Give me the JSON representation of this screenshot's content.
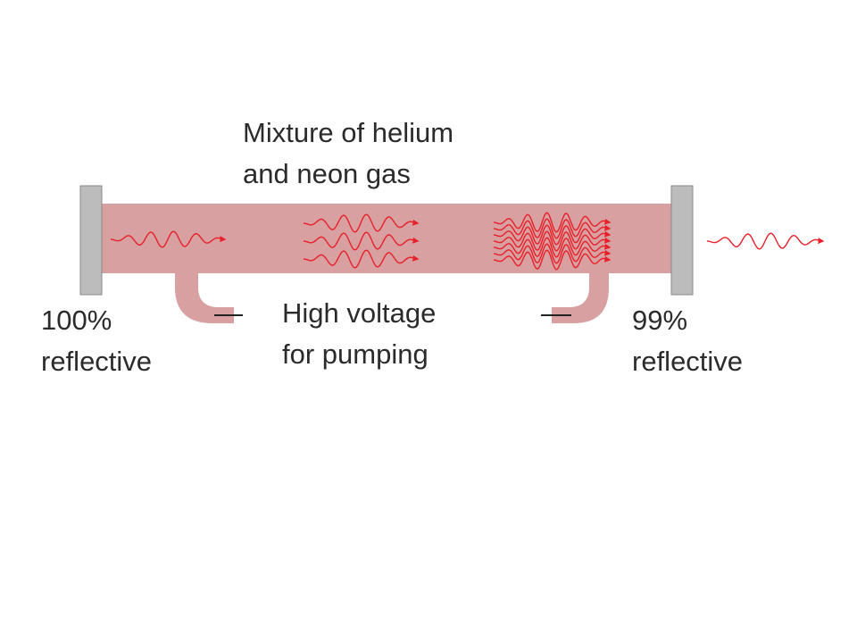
{
  "labels": {
    "gas_line1": "Mixture of helium",
    "gas_line2": "and neon gas",
    "left_line1": "100%",
    "left_line2": "reflective",
    "voltage_line1": "High voltage",
    "voltage_line2": "for pumping",
    "right_line1": "99%",
    "right_line2": "reflective"
  },
  "colors": {
    "gas": "#d8a0a0",
    "mirror": "#bcbcbc",
    "mirror_edge": "#8a8a8a",
    "light": "#e8202a",
    "electrode": "#222222"
  },
  "waves": {
    "group1_count": 1,
    "group2_count": 3,
    "group3_count": 7,
    "emitted_count": 1
  }
}
